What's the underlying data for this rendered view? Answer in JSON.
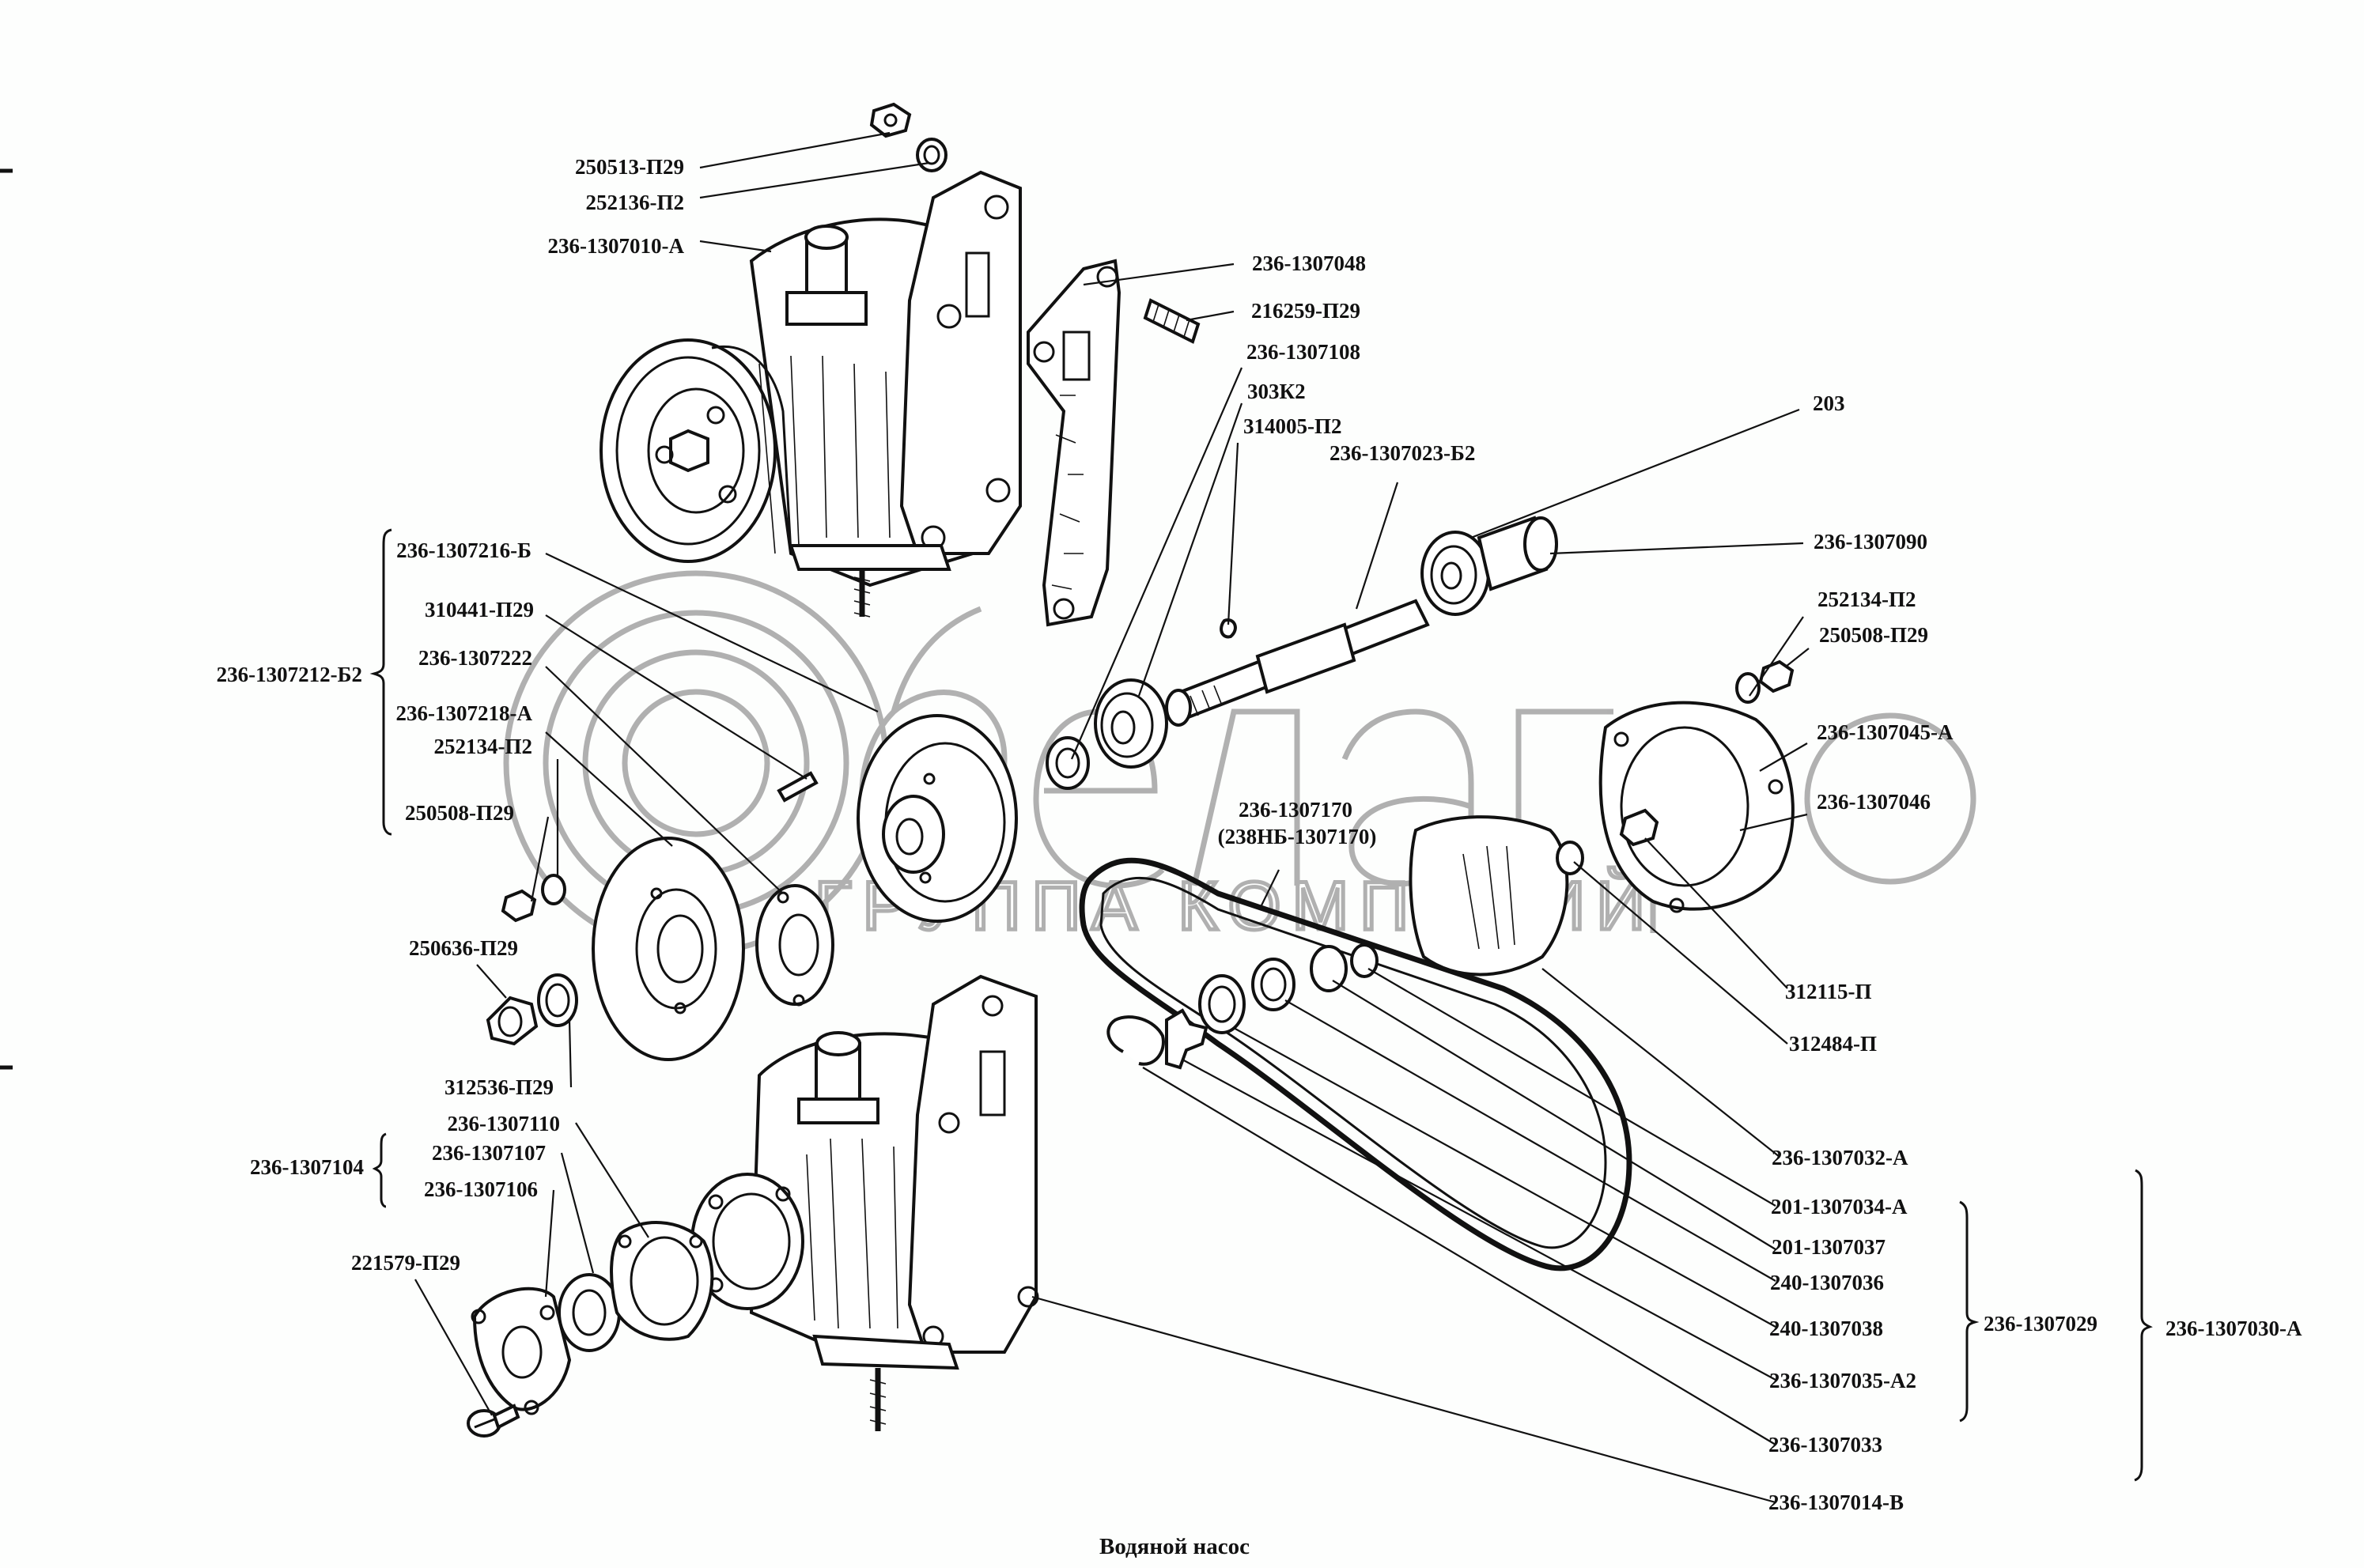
{
  "diagram": {
    "title": "Водяной насос",
    "watermark": {
      "logo_text": "белагро",
      "subtitle": "ГРУППА КОМПАНИЙ"
    },
    "labels": {
      "p250513_P29": "250513-П29",
      "p252136_P2": "252136-П2",
      "p236_1307010_A": "236-1307010-А",
      "p236_1307048": "236-1307048",
      "p216259_P29": "216259-П29",
      "p236_1307108": "236-1307108",
      "p303K2": "303К2",
      "p314005_P2": "314005-П2",
      "p236_1307023_B2": "236-1307023-Б2",
      "p203": "203",
      "p236_1307090": "236-1307090",
      "p252134_P2_right": "252134-П2",
      "p250508_P29_right": "250508-П29",
      "p236_1307045_A": "236-1307045-А",
      "p236_1307046": "236-1307046",
      "p236_1307170": "236-1307170",
      "p238NB_1307170": "(238НБ-1307170)",
      "p312115_P": "312115-П",
      "p312484_P": "312484-П",
      "p236_1307032_A": "236-1307032-А",
      "p201_1307034_A": "201-1307034-А",
      "p201_1307037": "201-1307037",
      "p240_1307036": "240-1307036",
      "p240_1307038": "240-1307038",
      "p236_1307035_A2": "236-1307035-А2",
      "p236_1307033": "236-1307033",
      "p236_1307014_V": "236-1307014-В",
      "p236_1307029": "236-1307029",
      "p236_1307030_A": "236-1307030-А",
      "p236_1307212_B2": "236-1307212-Б2",
      "p236_1307216_B": "236-1307216-Б",
      "p310441_P29": "310441-П29",
      "p236_1307222": "236-1307222",
      "p236_1307218_A": "236-1307218-А",
      "p252134_P2_left": "252134-П2",
      "p250508_P29_left": "250508-П29",
      "p250636_P29": "250636-П29",
      "p312536_P29": "312536-П29",
      "p236_1307104": "236-1307104",
      "p236_1307110": "236-1307110",
      "p236_1307107": "236-1307107",
      "p236_1307106": "236-1307106",
      "p221579_P29": "221579-П29"
    },
    "groups": {
      "left_bracket_group": "236-1307212-Б2",
      "left_lower_group": "236-1307104",
      "right_inner_group": "236-1307029",
      "right_outer_group": "236-1307030-А"
    }
  }
}
